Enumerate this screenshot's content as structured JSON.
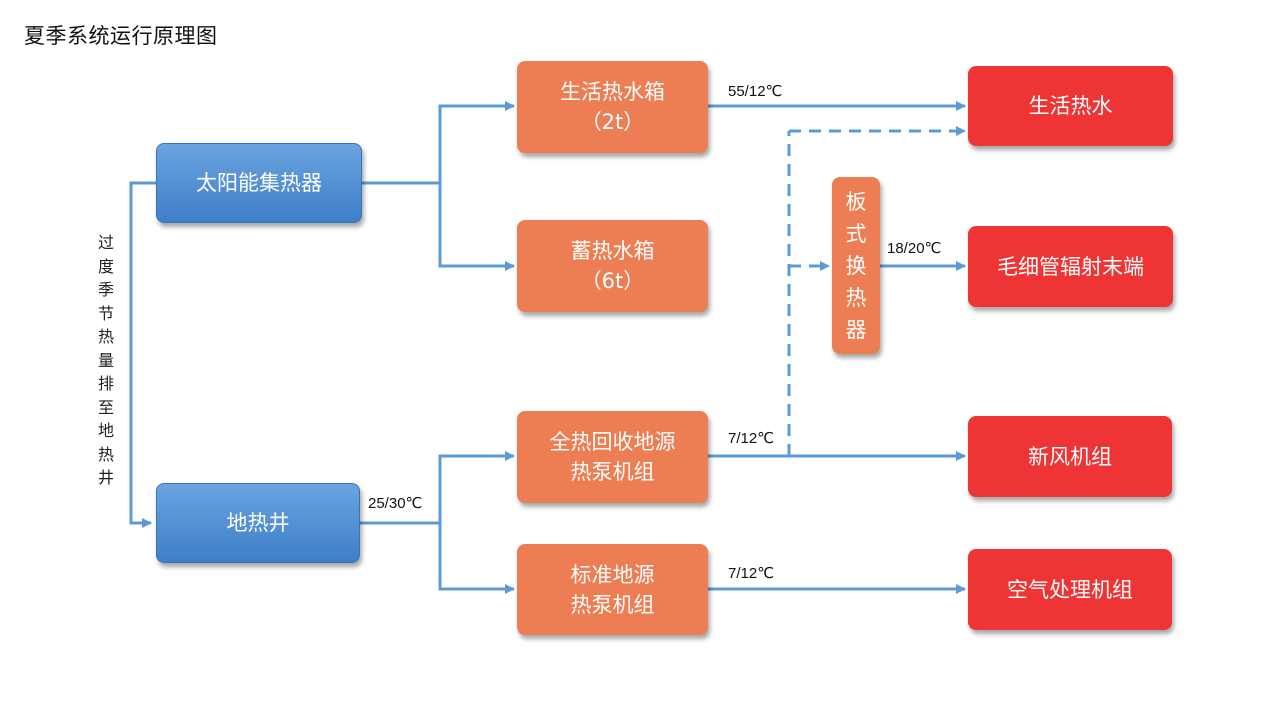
{
  "title": "夏季系统运行原理图",
  "side_note": "过度季节热量排至地热井",
  "nodes": {
    "solar": "太阳能集热器",
    "well": "地热井",
    "dhw_tank_line1": "生活热水箱",
    "dhw_tank_line2": "（2t）",
    "storage_tank_line1": "蓄热水箱",
    "storage_tank_line2": "（6t）",
    "recovery_hp_line1": "全热回收地源",
    "recovery_hp_line2": "热泵机组",
    "std_hp_line1": "标准地源",
    "std_hp_line2": "热泵机组",
    "plate_hx": [
      "板",
      "式",
      "换",
      "热",
      "器"
    ],
    "dhw": "生活热水",
    "capillary": "毛细管辐射末端",
    "fresh_air": "新风机组",
    "ahu": "空气处理机组"
  },
  "labels": {
    "dhw_temp": "55/12℃",
    "hx_temp": "18/20℃",
    "recovery_temp": "7/12℃",
    "well_temp": "25/30℃",
    "std_temp": "7/12℃"
  },
  "colors": {
    "line": "#5b9bd5",
    "blue_box": "#4a8bd4",
    "orange_box": "#ed7d52",
    "red_box": "#ee3434"
  }
}
